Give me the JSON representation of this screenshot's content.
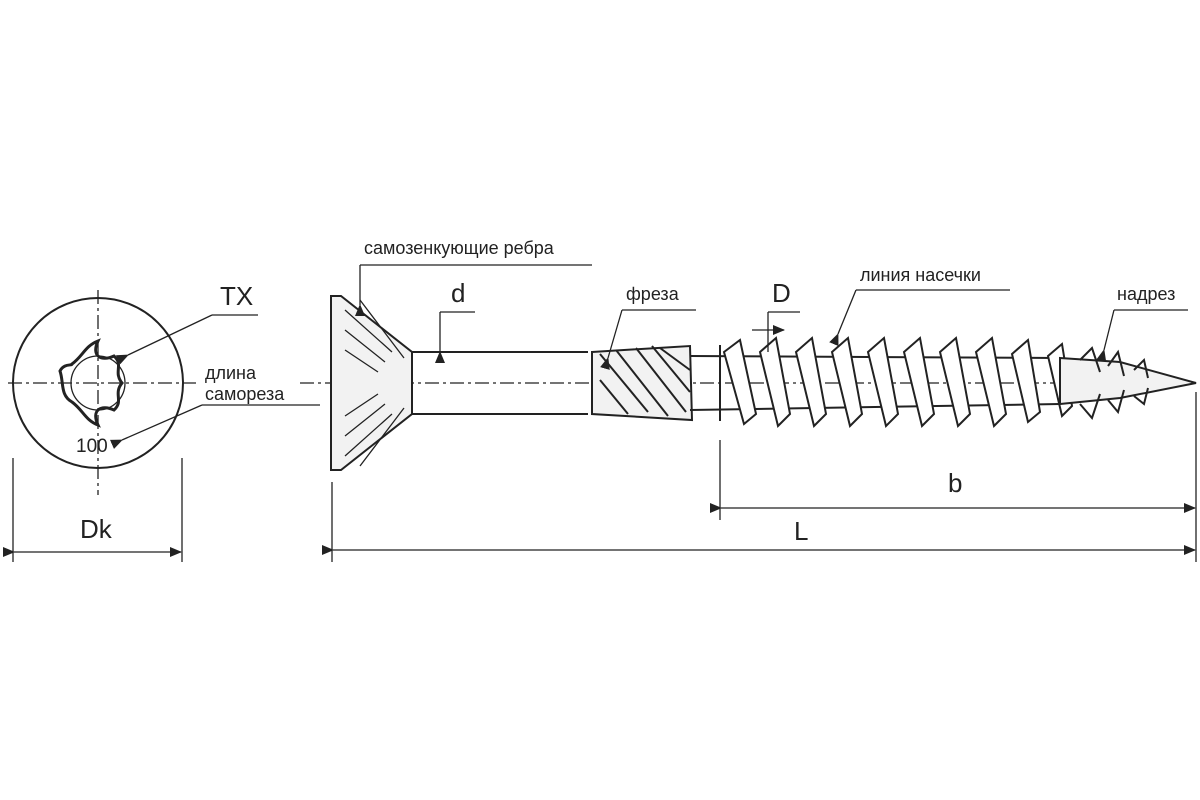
{
  "labels": {
    "tx": "TX",
    "dk": "Dk",
    "stamp": "100",
    "length_note_1": "длина",
    "length_note_2": "самореза",
    "ribs": "самозенкующие ребра",
    "d": "d",
    "mill": "фреза",
    "D": "D",
    "knurl_line": "линия насечки",
    "notch": "надрез",
    "b": "b",
    "L": "L"
  },
  "icons": {
    "drive": "torx-star-icon",
    "arrowhead": "arrowhead-icon"
  },
  "colors": {
    "line": "#222222",
    "background": "#ffffff"
  }
}
